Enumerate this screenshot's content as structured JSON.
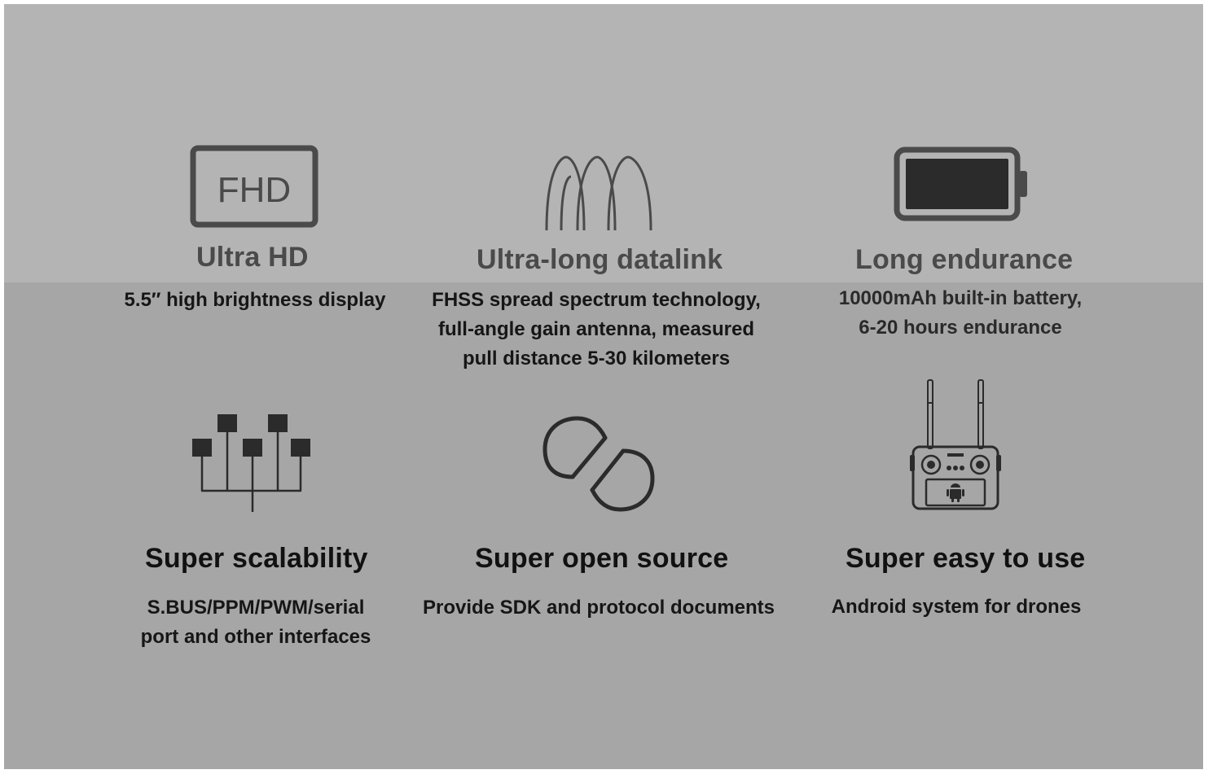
{
  "features": {
    "ultra_hd": {
      "icon": "fhd-display-icon",
      "icon_text": "FHD",
      "title": "Ultra HD",
      "desc": [
        "5.5″  high brightness display"
      ]
    },
    "datalink": {
      "icon": "antenna-signal-icon",
      "title": "Ultra-long datalink",
      "desc": [
        "FHSS spread spectrum technology,",
        "full-angle gain antenna, measured",
        "pull distance 5-30 kilometers"
      ]
    },
    "endurance": {
      "icon": "battery-icon",
      "title": "Long endurance",
      "desc": [
        "10000mAh built-in battery,",
        "6-20 hours endurance"
      ]
    },
    "scalability": {
      "icon": "interfaces-tree-icon",
      "title": "Super scalability",
      "desc": [
        "S.BUS/PPM/PWM/serial",
        "port and other interfaces"
      ]
    },
    "open_source": {
      "icon": "link-icon",
      "title": "Super open source",
      "desc": [
        "Provide SDK and protocol documents"
      ]
    },
    "easy_use": {
      "icon": "remote-controller-icon",
      "title": "Super easy to use",
      "desc": [
        "Android system for drones"
      ]
    }
  },
  "colors": {
    "background_top": "#b4b4b4",
    "background_bottom": "#a6a6a6",
    "icon_light": "#4a4a4a",
    "icon_dark": "#2b2b2b"
  }
}
